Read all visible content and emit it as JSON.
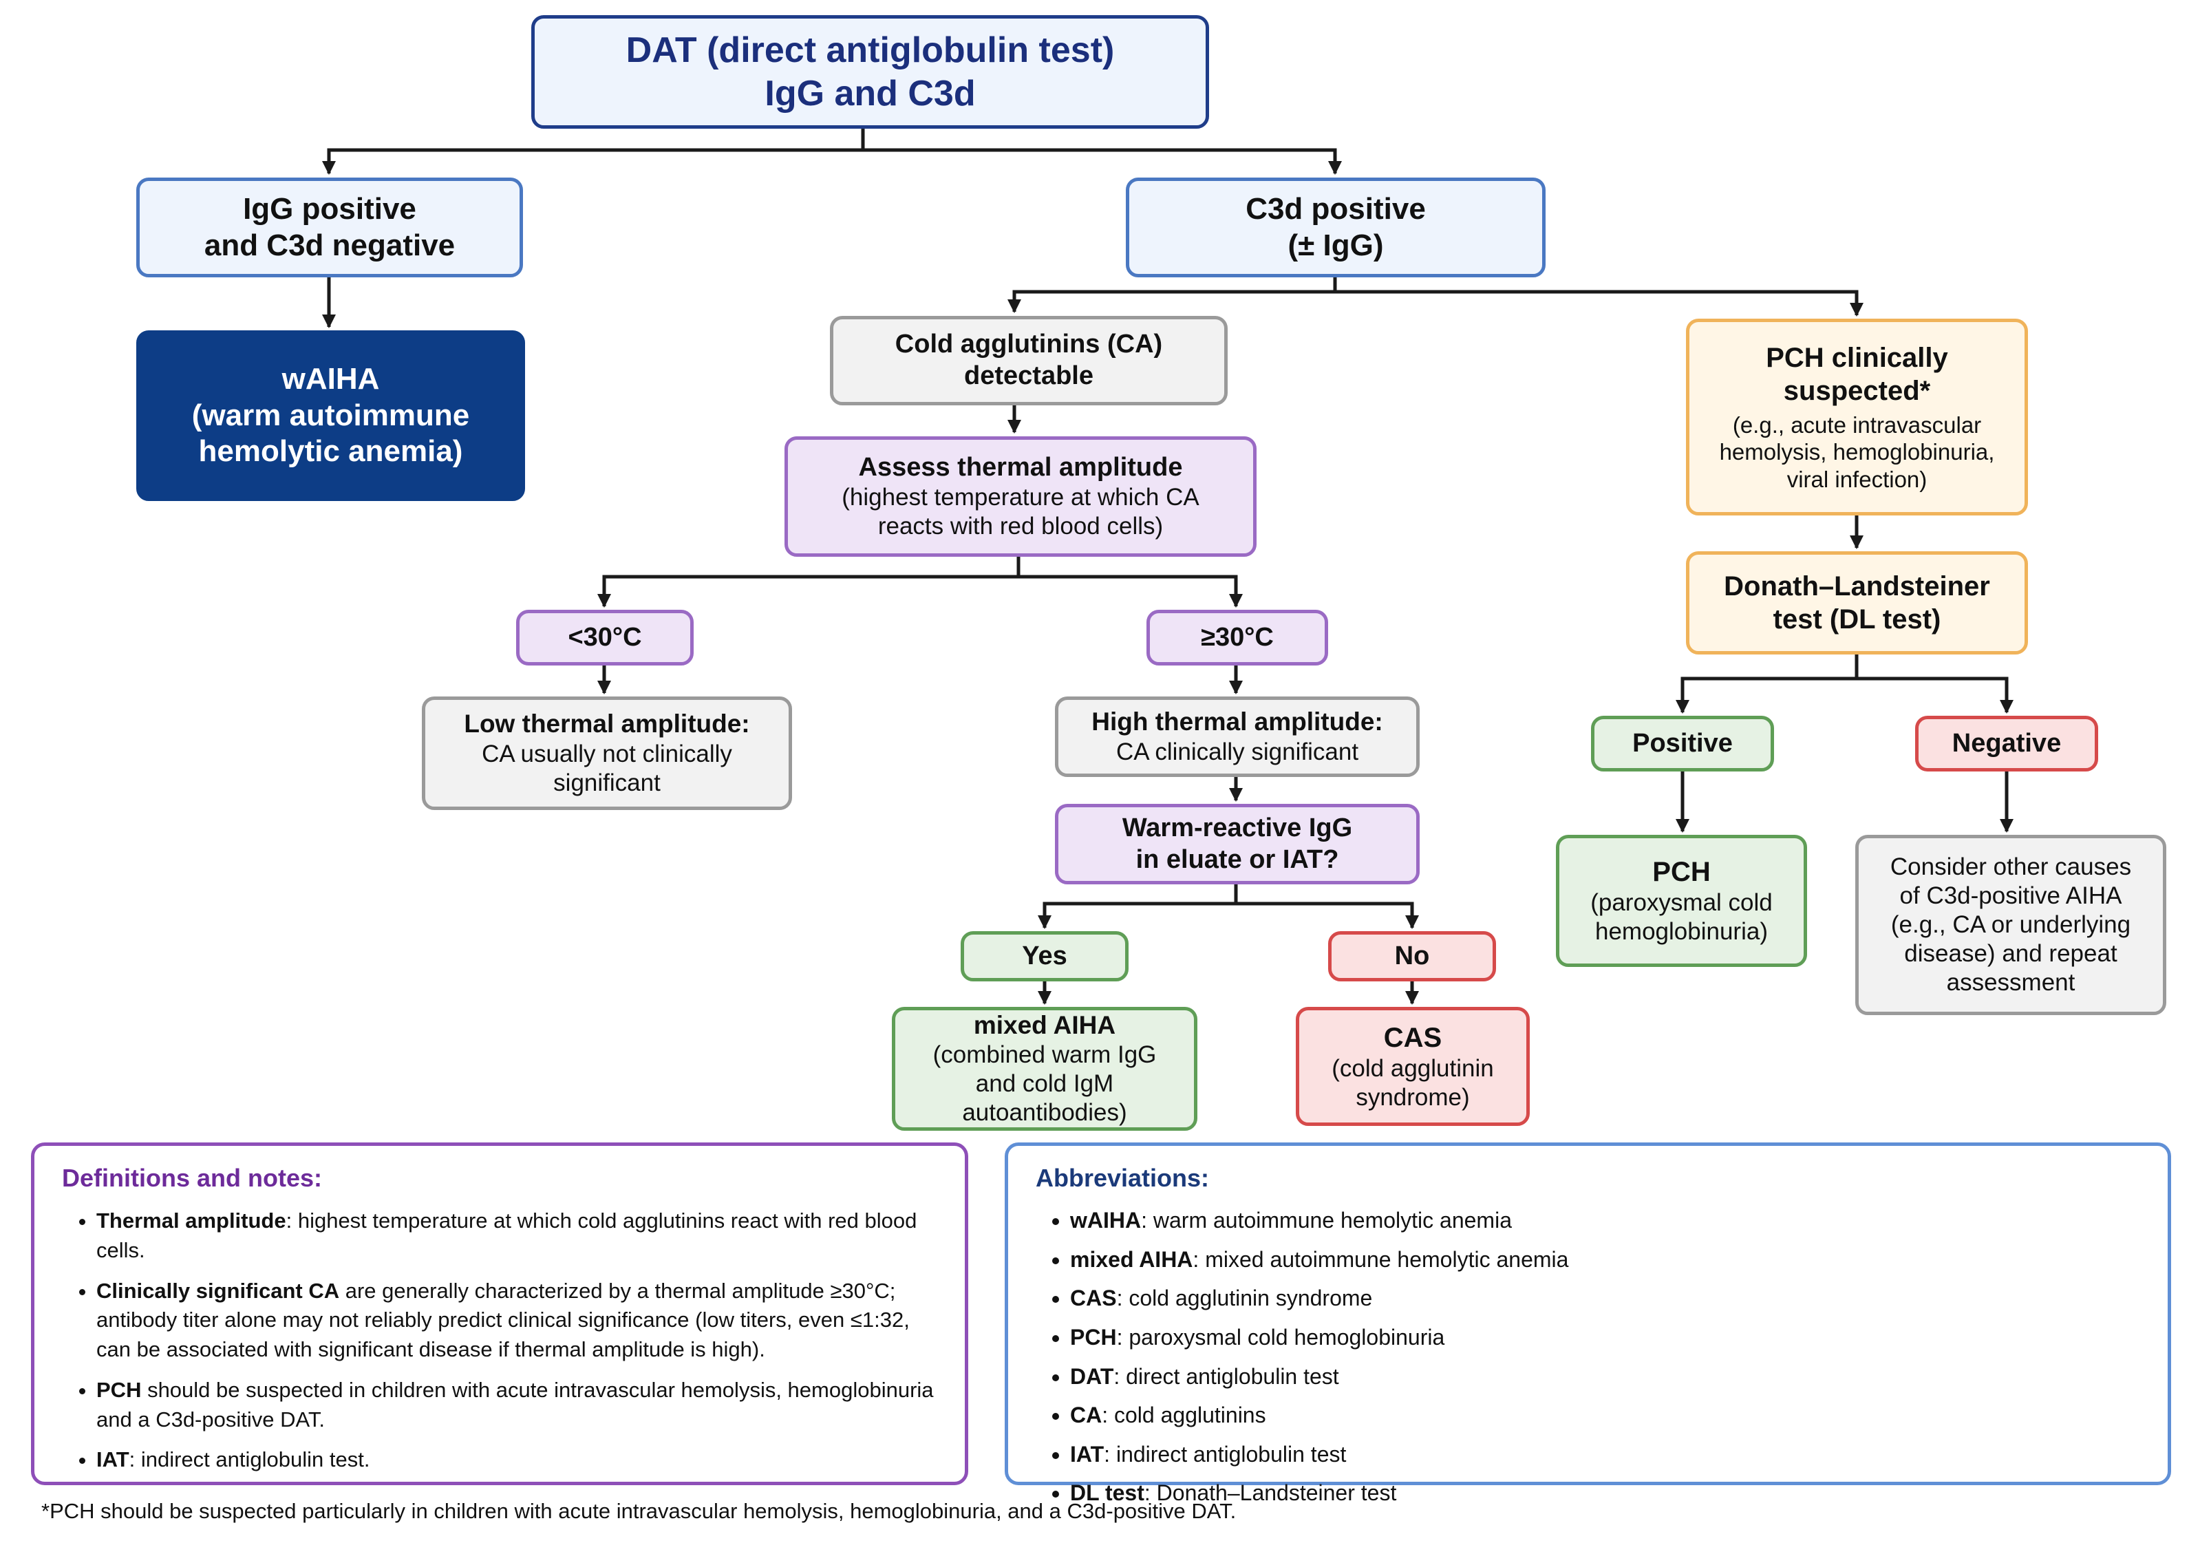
{
  "nodes": {
    "dat": {
      "line1": "DAT (direct antiglobulin test)",
      "line2": "IgG and C3d"
    },
    "igg_pos": {
      "line1": "IgG positive",
      "line2": "and C3d negative"
    },
    "c3d_pos": {
      "line1": "C3d positive",
      "line2": "(± IgG)"
    },
    "waiha": {
      "line1": "wAIHA",
      "line2": "(warm autoimmune",
      "line3": "hemolytic anemia)"
    },
    "cold_agg": {
      "line1": "Cold agglutinins (CA)",
      "line2": "detectable"
    },
    "thermal": {
      "title": "Assess thermal amplitude",
      "sub1": "(highest temperature at which CA",
      "sub2": "reacts with red blood cells)"
    },
    "lt30": {
      "label": "<30°C"
    },
    "ge30": {
      "label": "≥30°C"
    },
    "low_amp": {
      "title": "Low thermal amplitude:",
      "sub1": "CA usually not clinically",
      "sub2": "significant"
    },
    "high_amp": {
      "title": "High thermal amplitude:",
      "sub1": "CA clinically significant"
    },
    "warm_igg": {
      "line1": "Warm-reactive IgG",
      "line2": "in eluate or IAT?"
    },
    "yes": {
      "label": "Yes"
    },
    "no": {
      "label": "No"
    },
    "mixed": {
      "title": "mixed AIHA",
      "sub1": "(combined warm IgG",
      "sub2": "and cold IgM",
      "sub3": "autoantibodies)"
    },
    "cas": {
      "title": "CAS",
      "sub1": "(cold agglutinin",
      "sub2": "syndrome)"
    },
    "pch_susp": {
      "title1": "PCH clinically",
      "title2": "suspected*",
      "sub1": "(e.g., acute intravascular",
      "sub2": "hemolysis, hemoglobinuria,",
      "sub3": "viral infection)"
    },
    "dl_test": {
      "line1": "Donath–Landsteiner",
      "line2": "test (DL test)"
    },
    "positive": {
      "label": "Positive"
    },
    "negative": {
      "label": "Negative"
    },
    "pch": {
      "title": "PCH",
      "sub1": "(paroxysmal cold",
      "sub2": "hemoglobinuria)"
    },
    "consider": {
      "l1": "Consider other causes",
      "l2": "of C3d-positive AIHA",
      "l3": "(e.g., CA or underlying",
      "l4": "disease) and repeat",
      "l5": "assessment"
    }
  },
  "definitions": {
    "heading": "Definitions and notes:",
    "items": [
      {
        "term": "Thermal amplitude",
        "text": ": highest temperature at which cold agglutinins react with red blood cells."
      },
      {
        "term": "Clinically significant CA",
        "text": " are generally characterized by a thermal amplitude ≥30°C; antibody titer alone may not reliably predict clinical significance (low titers, even ≤1:32, can be associated with significant disease if thermal amplitude is high)."
      },
      {
        "term": "PCH",
        "text": " should be suspected in children with acute intravascular hemolysis, hemoglobinuria and a C3d-positive DAT."
      },
      {
        "term": "IAT",
        "text": ": indirect antiglobulin test."
      }
    ]
  },
  "abbreviations": {
    "heading": "Abbreviations:",
    "items": [
      {
        "term": "wAIHA",
        "text": ": warm autoimmune hemolytic anemia"
      },
      {
        "term": "mixed AIHA",
        "text": ": mixed autoimmune hemolytic anemia"
      },
      {
        "term": "CAS",
        "text": ": cold agglutinin syndrome"
      },
      {
        "term": "PCH",
        "text": ": paroxysmal cold hemoglobinuria"
      },
      {
        "term": "DAT",
        "text": ": direct antiglobulin test"
      },
      {
        "term": "CA",
        "text": ": cold agglutinins"
      },
      {
        "term": "IAT",
        "text": ": indirect antiglobulin test"
      },
      {
        "term": "DL test",
        "text": ": Donath–Landsteiner test"
      }
    ]
  },
  "footnote": "*PCH should be suspected particularly in children with acute intravascular hemolysis, hemoglobinuria, and a C3d-positive DAT.",
  "colors": {
    "title_navy": "#1b2f7c",
    "waiha_fill": "#0d3d86",
    "blue_border": "#4a78c2",
    "purple_border": "#9a6ac4",
    "orange_border": "#f0b35a",
    "green_border": "#5f9e56",
    "red_border": "#d64a4a",
    "connector": "#1a1a1a"
  }
}
